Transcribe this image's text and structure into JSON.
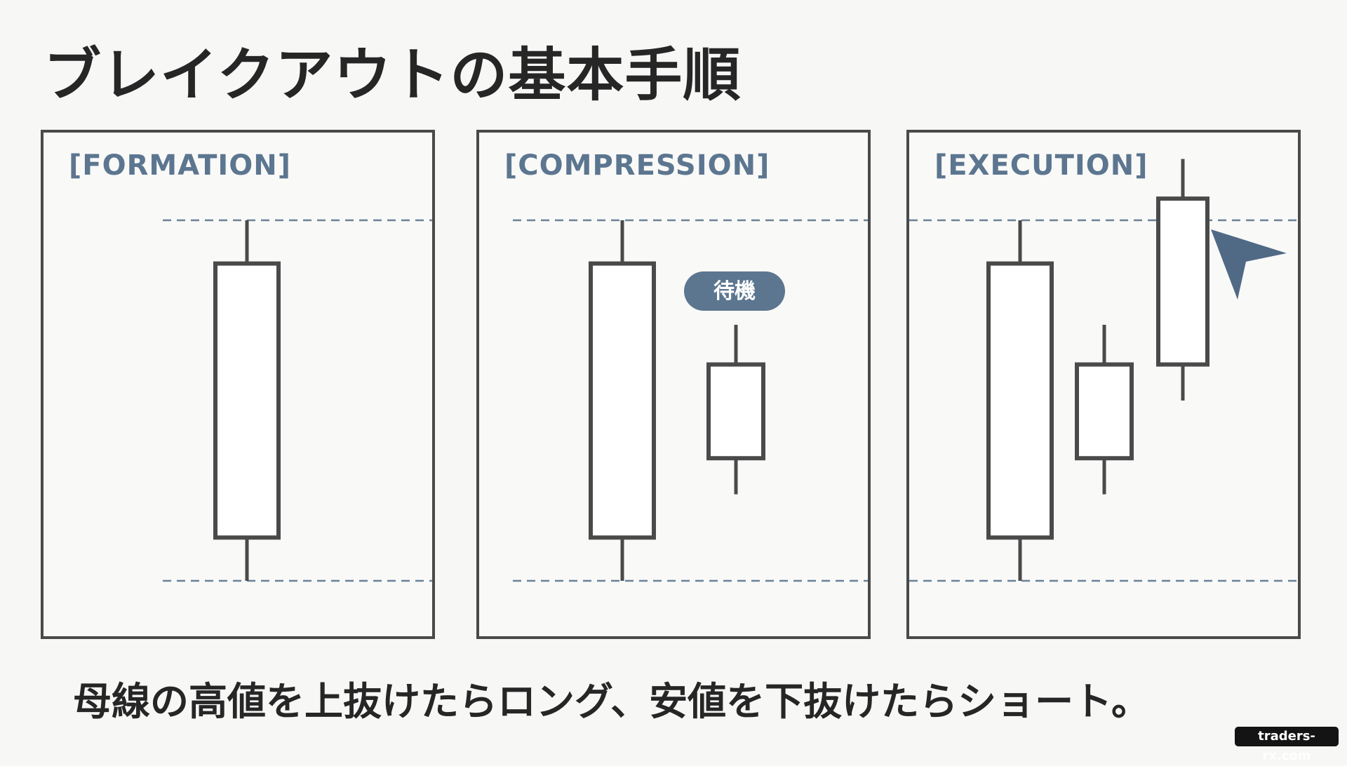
{
  "title": "ブレイクアウトの基本手順",
  "panels": [
    {
      "label": "[FORMATION]",
      "candles": [
        {
          "high": 100,
          "open": 88,
          "close": 12,
          "low": 0
        }
      ]
    },
    {
      "label": "[COMPRESSION]",
      "badge": "待機",
      "candles": [
        {
          "high": 100,
          "open": 88,
          "close": 12,
          "low": 0
        },
        {
          "high": 71,
          "open": 60,
          "close": 34,
          "low": 24
        }
      ]
    },
    {
      "label": "[EXECUTION]",
      "candles": [
        {
          "high": 100,
          "open": 88,
          "close": 12,
          "low": 0
        },
        {
          "high": 71,
          "open": 60,
          "close": 34,
          "low": 24
        },
        {
          "high": 117,
          "open": 106,
          "close": 60,
          "low": 50
        }
      ],
      "arrow": "pointer-arrow-icon"
    }
  ],
  "caption": "母線の高値を上抜けたらロング、安値を下抜けたらショート。",
  "watermark": "traders-rx.com",
  "colors": {
    "text": "#262626",
    "accent": "#5c7690",
    "line": "#4a4a4a",
    "dashed": "#6b8196"
  }
}
